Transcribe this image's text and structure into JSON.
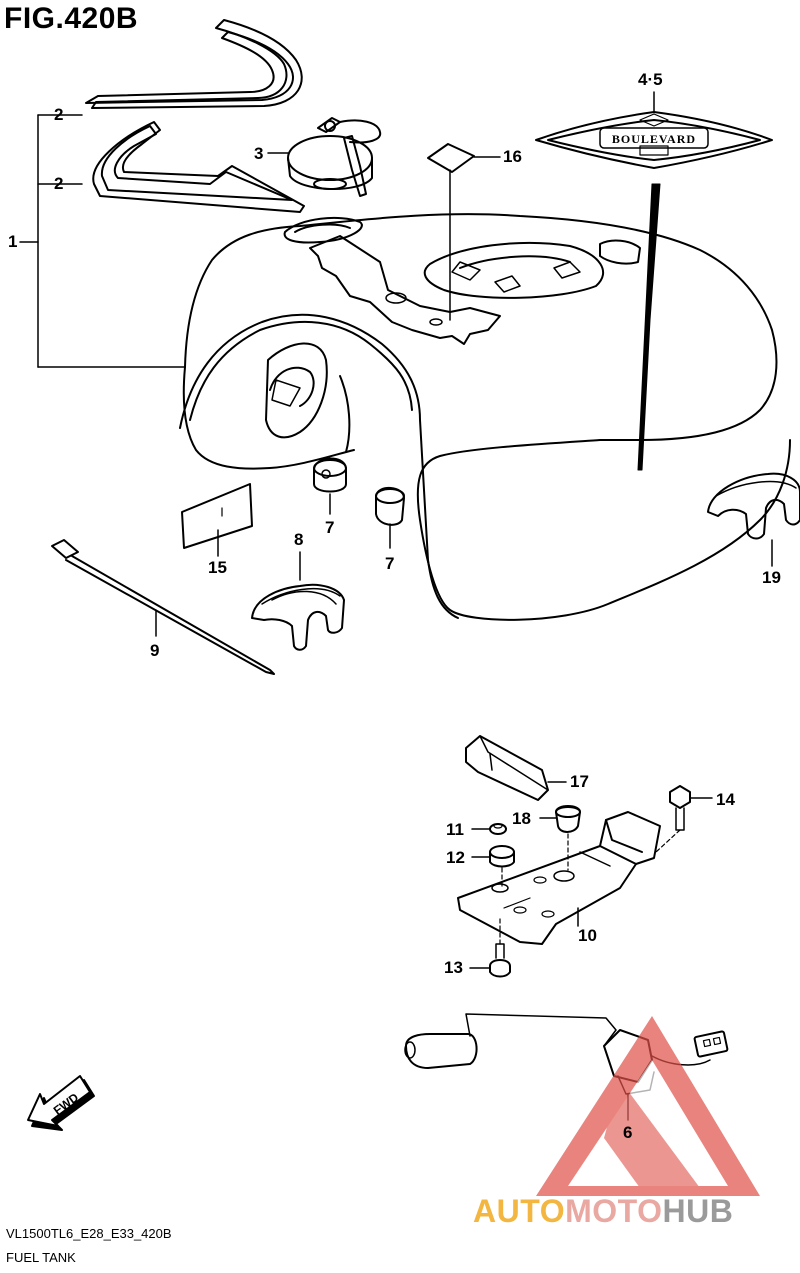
{
  "figure": {
    "title": "FIG.420B"
  },
  "callouts": {
    "c1": "1",
    "c2a": "2",
    "c2b": "2",
    "c3": "3",
    "c45": "4·5",
    "c16": "16",
    "c7a": "7",
    "c7b": "7",
    "c8": "8",
    "c9": "9",
    "c15": "15",
    "c19": "19",
    "c17": "17",
    "c14": "14",
    "c18": "18",
    "c11": "11",
    "c12": "12",
    "c10": "10",
    "c13": "13",
    "c6": "6"
  },
  "emblem": {
    "text": "BOULEVARD"
  },
  "direction_arrow": {
    "text": "FWD"
  },
  "footer": {
    "model_code": "VL1500TL6_E28_E33_420B",
    "caption": "FUEL TANK"
  },
  "watermark": {
    "part1": "AUTO",
    "part2": "MOTO",
    "part3": "HUB"
  },
  "colors": {
    "line": "#000000",
    "watermark_orange": "#f3b640",
    "watermark_red": "#e05048",
    "watermark_gray": "#9a9a9a"
  }
}
